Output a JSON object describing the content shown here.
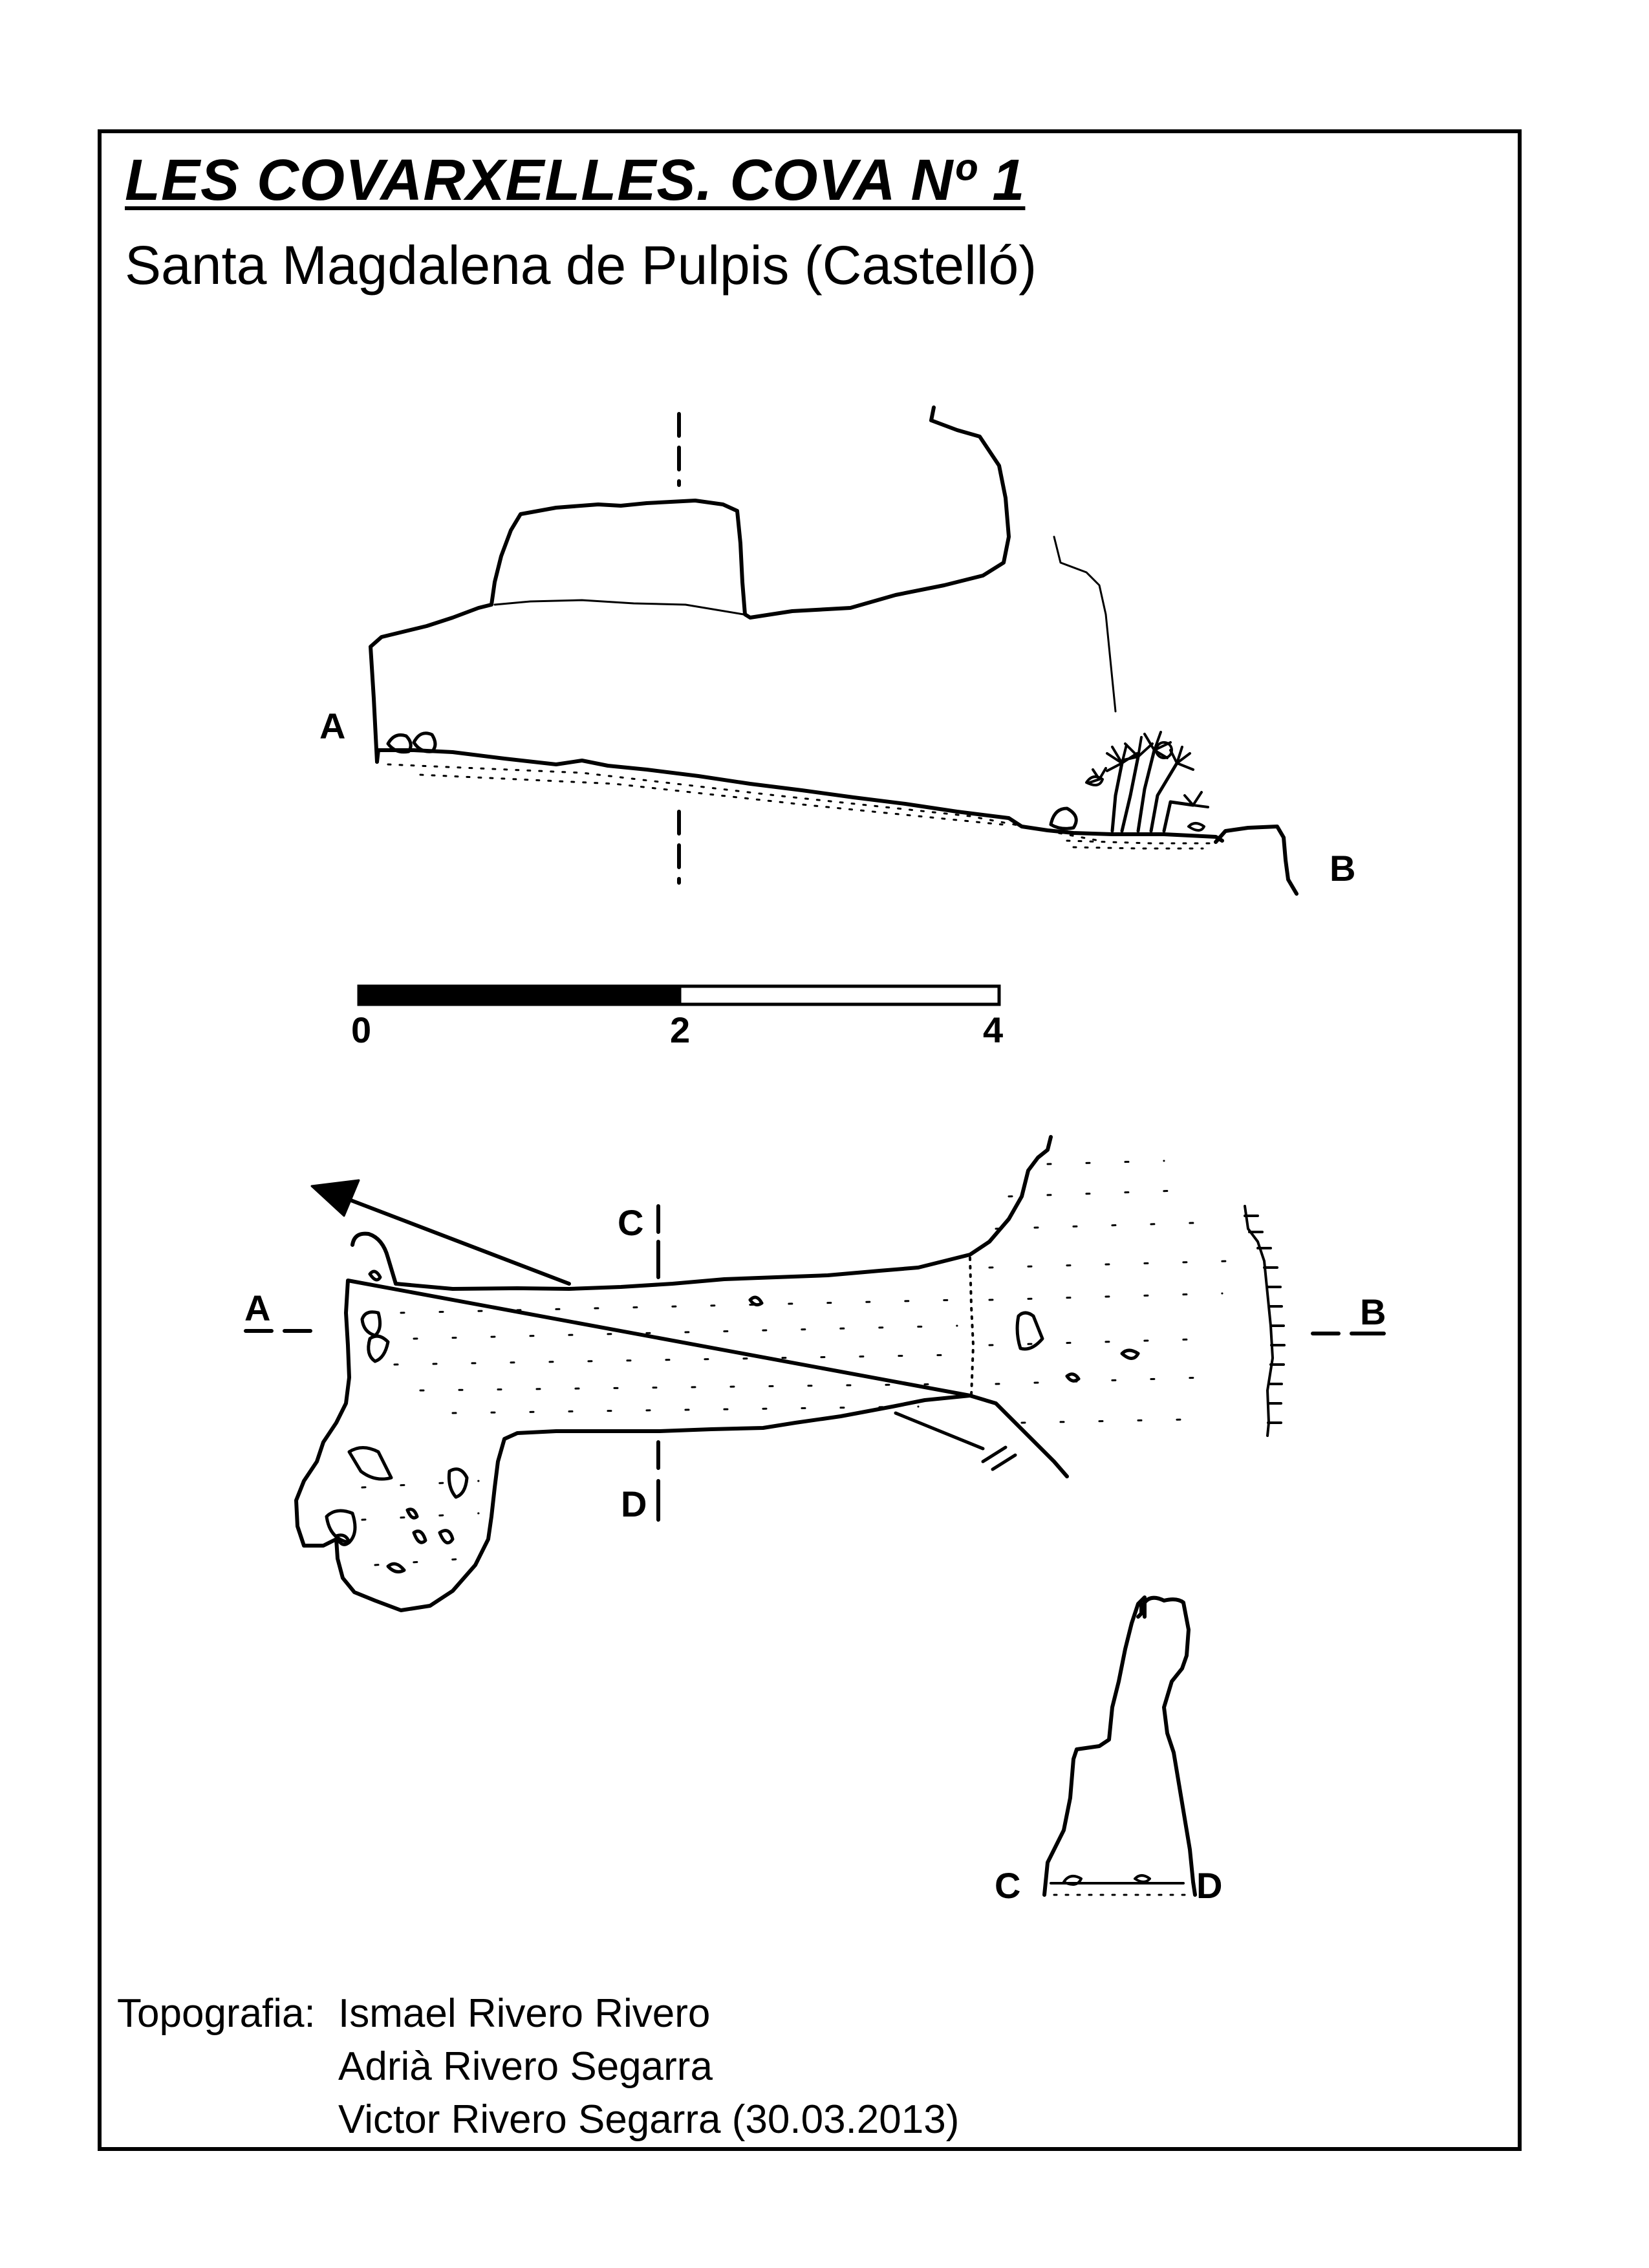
{
  "header": {
    "title": "LES COVARXELLES. COVA Nº 1",
    "subtitle": "Santa Magdalena de Pulpis (Castelló)"
  },
  "profile": {
    "label_start": "A",
    "label_end": "B"
  },
  "scale_bar": {
    "tick_labels": [
      "0",
      "2",
      "4"
    ]
  },
  "plan": {
    "label_a": "A",
    "label_b": "B",
    "label_c": "C",
    "label_d": "D"
  },
  "cross_section": {
    "label_left": "C",
    "label_right": "D"
  },
  "credits": {
    "label": "Topografia:",
    "lines": [
      "Ismael Rivero Rivero",
      "Adrià Rivero Segarra",
      "Victor Rivero Segarra  (30.03.2013)"
    ]
  }
}
